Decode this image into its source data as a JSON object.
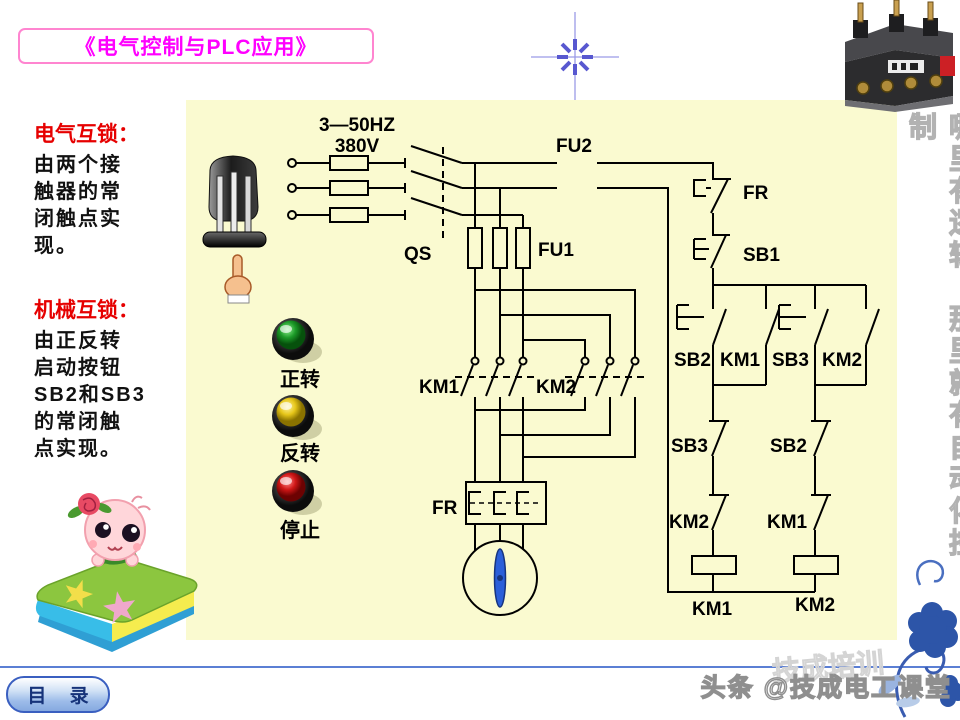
{
  "title": "《电气控制与PLC应用》",
  "notes": {
    "electrical": {
      "heading": "电气互锁：",
      "lines": [
        "由两个接",
        "触器的常",
        "闭触点实",
        "现。"
      ]
    },
    "mechanical": {
      "heading": "机械互锁：",
      "lines": [
        "由正反转",
        "启动按钮",
        "SB2和SB3",
        "的常闭触",
        "点实现。"
      ]
    }
  },
  "side_note": "哪里有逻辑，那里就有自动化控制",
  "panel_buttons": {
    "forward": "正转",
    "reverse": "反转",
    "stop": "停止"
  },
  "circuit_labels": {
    "supply_freq": "3—50HZ",
    "supply_volt": "380V",
    "qs": "QS",
    "fu1": "FU1",
    "fu2": "FU2",
    "fr_top": "FR",
    "sb1": "SB1",
    "sb2_no": "SB2",
    "km1_aux": "KM1",
    "sb3_no": "SB3",
    "km2_aux": "KM2",
    "km1_main": "KM1",
    "km2_main": "KM2",
    "sb3_nc": "SB3",
    "sb2_nc": "SB2",
    "km2_nc": "KM2",
    "km1_nc": "KM1",
    "fr_heater": "FR",
    "km1_coil": "KM1",
    "km2_coil": "KM2"
  },
  "footer": {
    "menu": "目 录",
    "credit": "头条 @技成电工课堂",
    "watermark": "技成培训"
  },
  "colors": {
    "panel": "#FAFAD0",
    "title_accent": "#FF00FF",
    "note_heading": "#E60000",
    "motor_blade": "#2B5FD9",
    "button_forward": "#1F9D2C",
    "button_reverse": "#E6C619",
    "button_stop": "#CC1111"
  }
}
